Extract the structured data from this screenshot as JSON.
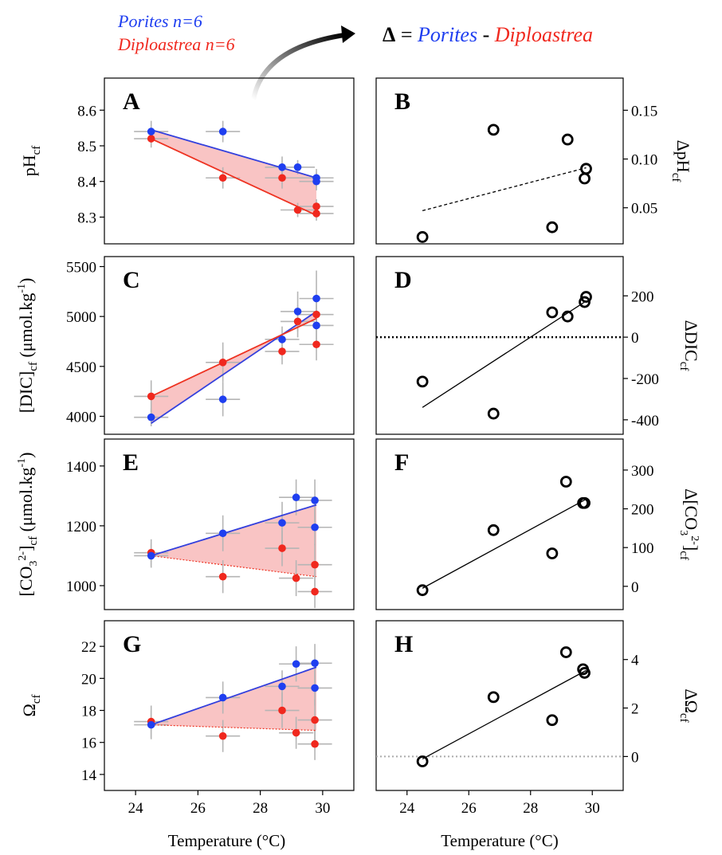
{
  "header": {
    "legend_porites": "Porites n=6",
    "legend_diploastrea": "Diploastrea n=6",
    "delta_symbol": "Δ",
    "delta_equals": " = ",
    "delta_porites": "Porites",
    "delta_minus": " - ",
    "delta_diploastrea": "Diploastrea"
  },
  "colors": {
    "porites": "#1f3ff0",
    "diploastrea": "#f0281e",
    "fill": "#f9c4c4",
    "porites_line": "#3340dd",
    "diploastrea_line": "#ee3322"
  },
  "chart_data": [
    {
      "panel": "A",
      "type": "scatter",
      "ylabel_main": "pH",
      "ylabel_sub": "cf",
      "xlim": [
        23,
        31
      ],
      "ylim": [
        8.225,
        8.69
      ],
      "yticks": [
        "8.6",
        "8.5",
        "8.4",
        "8.3"
      ],
      "ytick_values": [
        8.6,
        8.5,
        8.4,
        8.3
      ],
      "xticks": [],
      "series": [
        {
          "name": "Porites",
          "x": [
            24.5,
            26.8,
            28.7,
            29.2,
            29.8,
            29.8
          ],
          "y": [
            8.54,
            8.54,
            8.44,
            8.44,
            8.41,
            8.4
          ],
          "yerr": [
            0.03,
            0.03,
            0.03,
            0.02,
            0.025,
            0.025
          ]
        },
        {
          "name": "Diploastrea",
          "x": [
            24.5,
            26.8,
            28.7,
            29.2,
            29.8,
            29.8
          ],
          "y": [
            8.52,
            8.41,
            8.41,
            8.32,
            8.33,
            8.31
          ],
          "yerr": [
            0.025,
            0.03,
            0.03,
            0.02,
            0.02,
            0.02
          ]
        }
      ],
      "fits": [
        {
          "series": "Porites",
          "x": [
            24.5,
            29.8
          ],
          "y": [
            8.545,
            8.41
          ]
        },
        {
          "series": "Diploastrea",
          "x": [
            24.5,
            29.8
          ],
          "y": [
            8.52,
            8.305
          ]
        }
      ]
    },
    {
      "panel": "B",
      "type": "scatter",
      "ylabel_main": "ΔpH",
      "ylabel_sub": "cf",
      "xlim": [
        23,
        31
      ],
      "ylim": [
        0.013,
        0.183
      ],
      "yticks": [
        "0.15",
        "0.10",
        "0.05"
      ],
      "ytick_values": [
        0.15,
        0.1,
        0.05
      ],
      "xticks": [],
      "points": {
        "x": [
          24.5,
          26.8,
          28.7,
          29.2,
          29.75,
          29.8
        ],
        "y": [
          0.02,
          0.13,
          0.03,
          0.12,
          0.08,
          0.09
        ]
      },
      "fit": {
        "x": [
          24.5,
          29.8
        ],
        "y": [
          0.047,
          0.091
        ],
        "style": "dashed"
      }
    },
    {
      "panel": "C",
      "type": "scatter",
      "ylabel_text": "[DIC]",
      "ylabel_sub": "cf",
      "ylabel_unit": " (μmol.kg",
      "ylabel_sup": "-1",
      "ylabel_close": ")",
      "xlim": [
        23,
        31
      ],
      "ylim": [
        3820,
        5600
      ],
      "yticks": [
        "5500",
        "5000",
        "4500",
        "4000"
      ],
      "ytick_values": [
        5500,
        5000,
        4500,
        4000
      ],
      "xticks": [],
      "series": [
        {
          "name": "Porites",
          "x": [
            24.5,
            26.8,
            28.7,
            29.2,
            29.8,
            29.8
          ],
          "y": [
            3990,
            4170,
            4770,
            5050,
            5180,
            4910
          ],
          "yerr": [
            90,
            170,
            130,
            200,
            280,
            200
          ]
        },
        {
          "name": "Diploastrea",
          "x": [
            24.5,
            26.8,
            28.7,
            29.2,
            29.8,
            29.8
          ],
          "y": [
            4200,
            4540,
            4650,
            4950,
            5020,
            4720
          ],
          "yerr": [
            160,
            200,
            130,
            160,
            150,
            160
          ]
        }
      ],
      "fits": [
        {
          "series": "Porites",
          "x": [
            24.5,
            29.8
          ],
          "y": [
            3930,
            5050
          ]
        },
        {
          "series": "Diploastrea",
          "x": [
            24.5,
            29.8
          ],
          "y": [
            4200,
            4980
          ]
        }
      ]
    },
    {
      "panel": "D",
      "type": "scatter",
      "ylabel_main": "ΔDIC",
      "ylabel_sub": "cf",
      "xlim": [
        23,
        31
      ],
      "ylim": [
        -470,
        390
      ],
      "yticks": [
        "200",
        "0",
        "-200",
        "-400"
      ],
      "ytick_values": [
        200,
        0,
        -200,
        -400
      ],
      "xticks": [],
      "points": {
        "x": [
          24.5,
          26.8,
          28.7,
          29.2,
          29.75,
          29.8
        ],
        "y": [
          -215,
          -370,
          120,
          100,
          170,
          195
        ]
      },
      "fit": {
        "x": [
          24.5,
          29.8
        ],
        "y": [
          -340,
          175
        ],
        "style": "solid"
      },
      "hline": {
        "y": 0,
        "style": "dotted"
      }
    },
    {
      "panel": "E",
      "type": "scatter",
      "ylabel_text": "[CO",
      "ylabel_sub1": "3",
      "ylabel_sup1": "2-",
      "ylabel_mid": "]",
      "ylabel_sub": "cf",
      "ylabel_unit": "  (μmol.kg",
      "ylabel_sup": "-1",
      "ylabel_close": ")",
      "xlim": [
        23,
        31
      ],
      "ylim": [
        920,
        1490
      ],
      "yticks": [
        "1400",
        "1200",
        "1000"
      ],
      "ytick_values": [
        1400,
        1200,
        1000
      ],
      "xticks": [],
      "series": [
        {
          "name": "Porites",
          "x": [
            24.5,
            26.8,
            28.7,
            29.15,
            29.75,
            29.75
          ],
          "y": [
            1100,
            1175,
            1210,
            1295,
            1285,
            1195
          ],
          "yerr": [
            40,
            60,
            70,
            60,
            70,
            60
          ]
        },
        {
          "name": "Diploastrea",
          "x": [
            24.5,
            26.8,
            28.7,
            29.15,
            29.75,
            29.75
          ],
          "y": [
            1110,
            1030,
            1125,
            1025,
            1070,
            980
          ],
          "yerr": [
            45,
            55,
            60,
            60,
            70,
            55
          ]
        }
      ],
      "fits": [
        {
          "series": "Porites",
          "x": [
            24.5,
            29.8
          ],
          "y": [
            1100,
            1270
          ]
        },
        {
          "series": "Diploastrea",
          "x": [
            24.5,
            29.8
          ],
          "y": [
            1100,
            1030
          ],
          "style": "dotted"
        }
      ]
    },
    {
      "panel": "F",
      "type": "scatter",
      "ylabel_text": "Δ[CO",
      "ylabel_sub1": "3",
      "ylabel_sup1": "2-",
      "ylabel_mid": "]",
      "ylabel_sub": "cf",
      "xlim": [
        23,
        31
      ],
      "ylim": [
        -60,
        380
      ],
      "yticks": [
        "300",
        "200",
        "100",
        "0"
      ],
      "ytick_values": [
        300,
        200,
        100,
        0
      ],
      "xticks": [],
      "points": {
        "x": [
          24.5,
          26.8,
          28.7,
          29.15,
          29.7,
          29.75
        ],
        "y": [
          -10,
          145,
          85,
          270,
          215,
          215
        ]
      },
      "fit": {
        "x": [
          24.5,
          29.8
        ],
        "y": [
          -5,
          225
        ],
        "style": "solid"
      }
    },
    {
      "panel": "G",
      "type": "scatter",
      "ylabel_main": "Ω",
      "ylabel_sub": "cf",
      "xlabel": "Temperature (°C)",
      "xlim": [
        23,
        31
      ],
      "ylim": [
        13,
        23.6
      ],
      "yticks": [
        "22",
        "20",
        "18",
        "16",
        "14"
      ],
      "ytick_values": [
        22,
        20,
        18,
        16,
        14
      ],
      "xticks": [
        "24",
        "26",
        "28",
        "30"
      ],
      "xtick_values": [
        24,
        26,
        28,
        30
      ],
      "series": [
        {
          "name": "Porites",
          "x": [
            24.5,
            26.8,
            28.7,
            29.15,
            29.75,
            29.75
          ],
          "y": [
            17.1,
            18.8,
            19.5,
            20.9,
            20.95,
            19.4
          ],
          "yerr": [
            0.9,
            1.0,
            1.0,
            1.1,
            1.2,
            1.1
          ]
        },
        {
          "name": "Diploastrea",
          "x": [
            24.5,
            26.8,
            28.7,
            29.15,
            29.75,
            29.75
          ],
          "y": [
            17.3,
            16.4,
            18.0,
            16.6,
            17.4,
            15.9
          ],
          "yerr": [
            1.0,
            1.0,
            1.1,
            1.0,
            1.3,
            1.0
          ]
        }
      ],
      "fits": [
        {
          "series": "Porites",
          "x": [
            24.5,
            29.8
          ],
          "y": [
            17.1,
            20.7
          ]
        },
        {
          "series": "Diploastrea",
          "x": [
            24.5,
            29.8
          ],
          "y": [
            17.1,
            16.75
          ],
          "style": "dotted"
        }
      ]
    },
    {
      "panel": "H",
      "type": "scatter",
      "ylabel_main": "ΔΩ",
      "ylabel_sub": "cf",
      "xlabel": "Temperature (°C)",
      "xlim": [
        23,
        31
      ],
      "ylim": [
        -1.4,
        5.6
      ],
      "yticks": [
        "4",
        "2",
        "0"
      ],
      "ytick_values": [
        4,
        2,
        0
      ],
      "xticks": [
        "24",
        "26",
        "28",
        "30"
      ],
      "xtick_values": [
        24,
        26,
        28,
        30
      ],
      "points": {
        "x": [
          24.5,
          26.8,
          28.7,
          29.15,
          29.7,
          29.75
        ],
        "y": [
          -0.2,
          2.45,
          1.5,
          4.3,
          3.6,
          3.45
        ]
      },
      "fit": {
        "x": [
          24.5,
          29.8
        ],
        "y": [
          -0.1,
          3.55
        ],
        "style": "solid"
      },
      "hline": {
        "y": 0,
        "style": "dotted-gray"
      }
    }
  ]
}
